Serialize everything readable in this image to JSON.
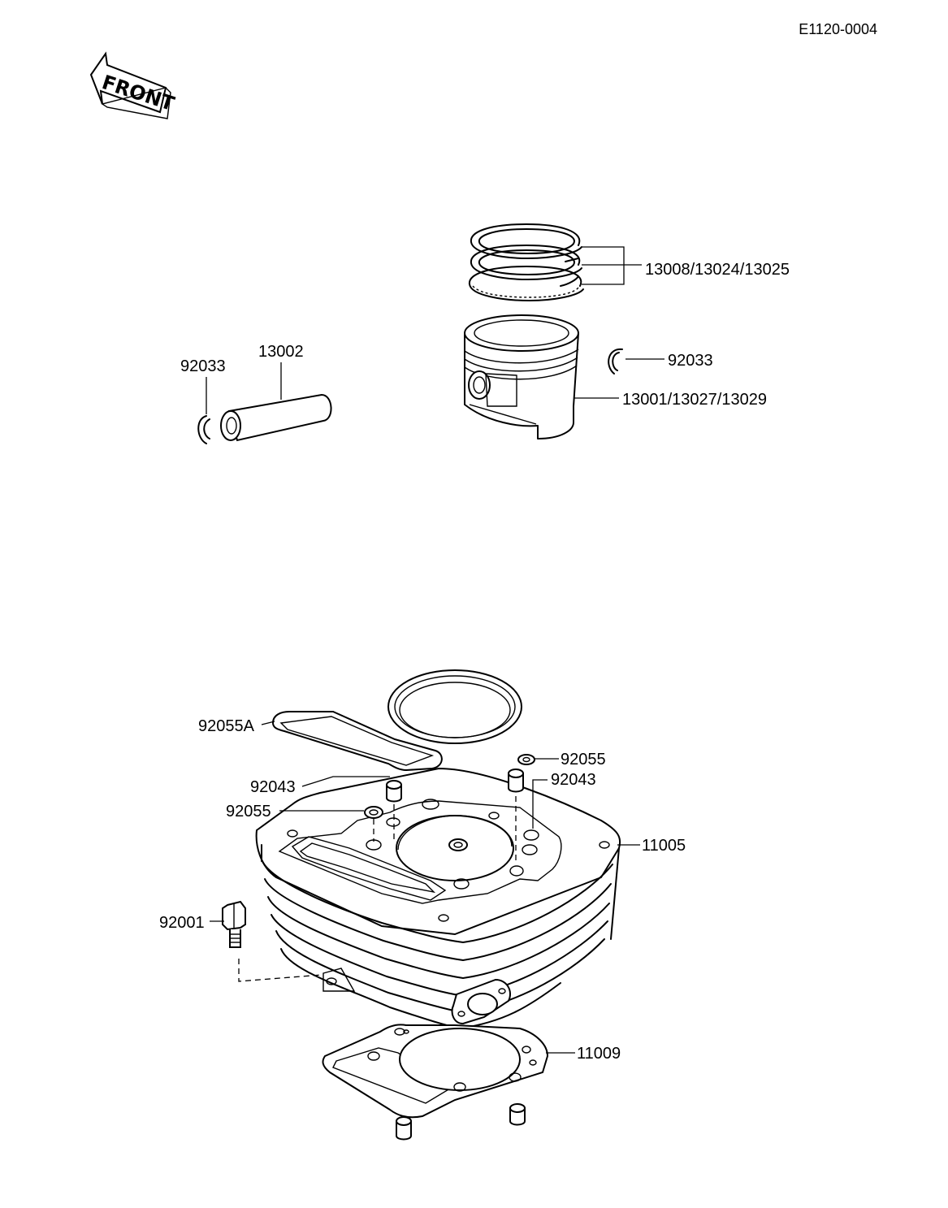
{
  "diagram_code": "E1120-0004",
  "front_label": "FRONT",
  "labels": {
    "rings": "13008/13024/13025",
    "pin_clip_right": "92033",
    "piston": "13001/13027/13029",
    "pin_clip_left": "92033",
    "piston_pin": "13002",
    "head_gasket_small": "92055A",
    "oring_top": "92055",
    "dowel_right": "92043",
    "dowel_left": "92043",
    "oring_left": "92055",
    "cylinder": "11005",
    "bolt": "92001",
    "base_gasket": "11009"
  }
}
